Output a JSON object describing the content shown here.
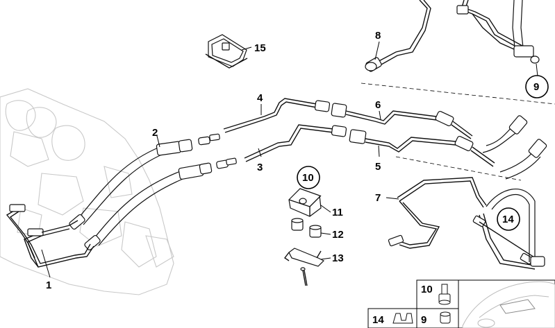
{
  "diagram": {
    "callouts": [
      {
        "id": "c1",
        "label": "1"
      },
      {
        "id": "c2",
        "label": "2"
      },
      {
        "id": "c3",
        "label": "3"
      },
      {
        "id": "c4",
        "label": "4"
      },
      {
        "id": "c5",
        "label": "5"
      },
      {
        "id": "c6",
        "label": "6"
      },
      {
        "id": "c7",
        "label": "7"
      },
      {
        "id": "c8",
        "label": "8"
      },
      {
        "id": "c9",
        "label": "9"
      },
      {
        "id": "c10",
        "label": "10"
      },
      {
        "id": "c11",
        "label": "11"
      },
      {
        "id": "c12",
        "label": "12"
      },
      {
        "id": "c13",
        "label": "13"
      },
      {
        "id": "c14",
        "label": "14"
      },
      {
        "id": "c15",
        "label": "15"
      }
    ],
    "legend": {
      "row1": {
        "label": "10"
      },
      "row2a": {
        "label": "14"
      },
      "row2b": {
        "label": "9"
      }
    }
  }
}
